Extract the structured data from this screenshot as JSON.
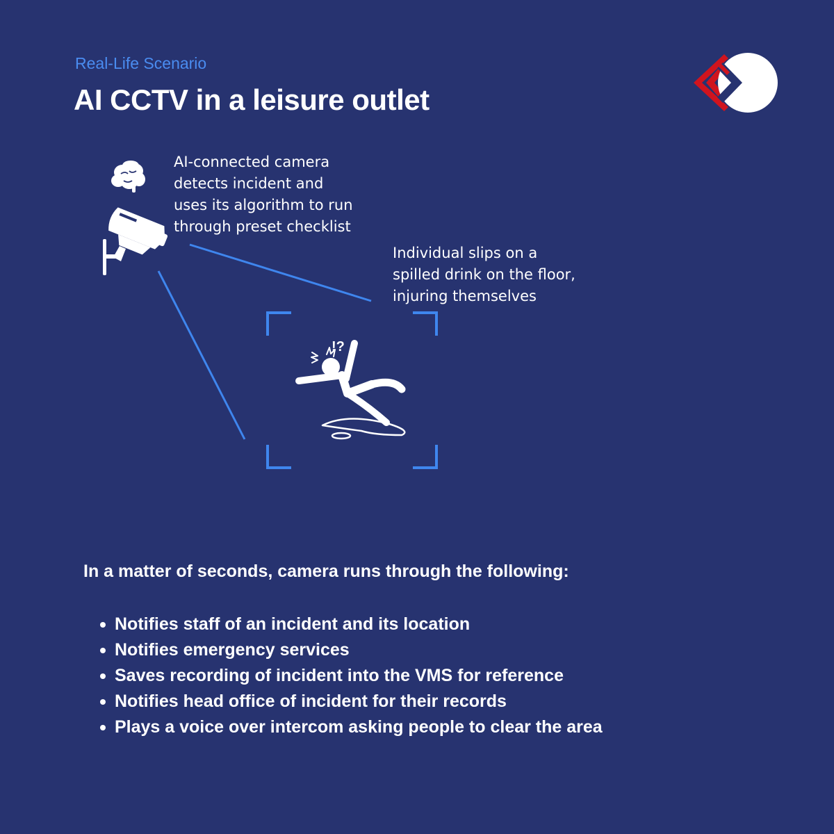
{
  "header": {
    "eyebrow": "Real-Life Scenario",
    "title": "AI CCTV in a leisure outlet"
  },
  "logo": {
    "icon": "brand-logo-icon",
    "colors": {
      "red": "#d0141e",
      "white": "#ffffff"
    }
  },
  "diagram": {
    "camera_caption": "AI-connected camera\ndetects incident and\nuses its algorithm to run\nthrough preset checklist",
    "incident_caption": "Individual slips on a\nspilled drink on the floor,\ninjuring themselves",
    "icons": [
      "brain-icon",
      "cctv-camera-icon",
      "slipping-person-icon",
      "detection-frame-icon"
    ],
    "accent_color": "#3f86ee"
  },
  "checklist": {
    "intro": "In a matter of seconds, camera runs through the following:",
    "items": [
      {
        "text": "Notifies staff of an incident and its location"
      },
      {
        "text": "Notifies emergency services"
      },
      {
        "text": "Saves recording of incident into the VMS for reference"
      },
      {
        "text": "Notifies head office of incident for their records"
      },
      {
        "text": "Plays a voice over intercom asking people to clear the area"
      }
    ]
  },
  "colors": {
    "background": "#273370",
    "eyebrow": "#4a8cf0",
    "text": "#ffffff"
  }
}
